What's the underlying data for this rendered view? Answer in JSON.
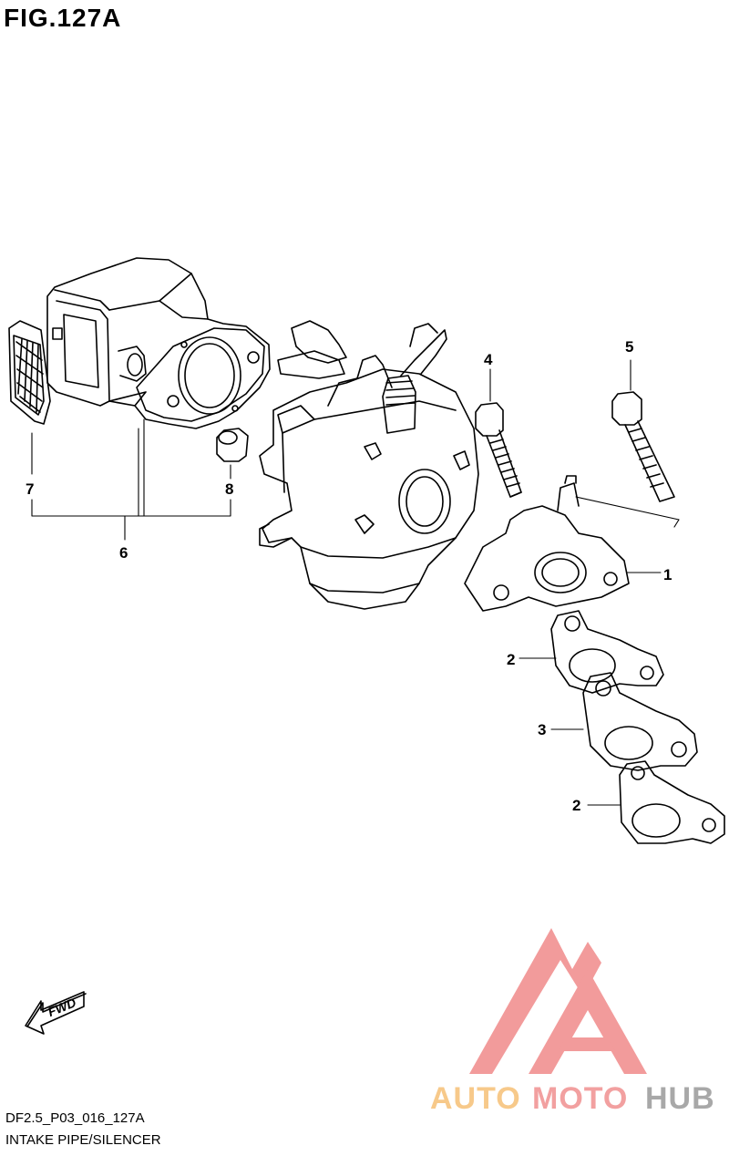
{
  "figure_title": "FIG.127A",
  "diagram_code": "DF2.5_P03_016_127A",
  "caption": "INTAKE PIPE/SILENCER",
  "fwd_label": "FWD",
  "callouts": {
    "c1": "1",
    "c2a": "2",
    "c2b": "2",
    "c3": "3",
    "c4": "4",
    "c5": "5",
    "c6": "6",
    "c7": "7",
    "c8": "8"
  },
  "brand": {
    "part1": "AUTO",
    "part2": "MOTO",
    "part3": "HUB",
    "colors": {
      "auto": "#f7c98a",
      "moto": "#f2a0a0",
      "hub": "#a8a8a8",
      "logo": "#f08a8a"
    }
  },
  "colors": {
    "line": "#000000",
    "background": "#ffffff"
  }
}
